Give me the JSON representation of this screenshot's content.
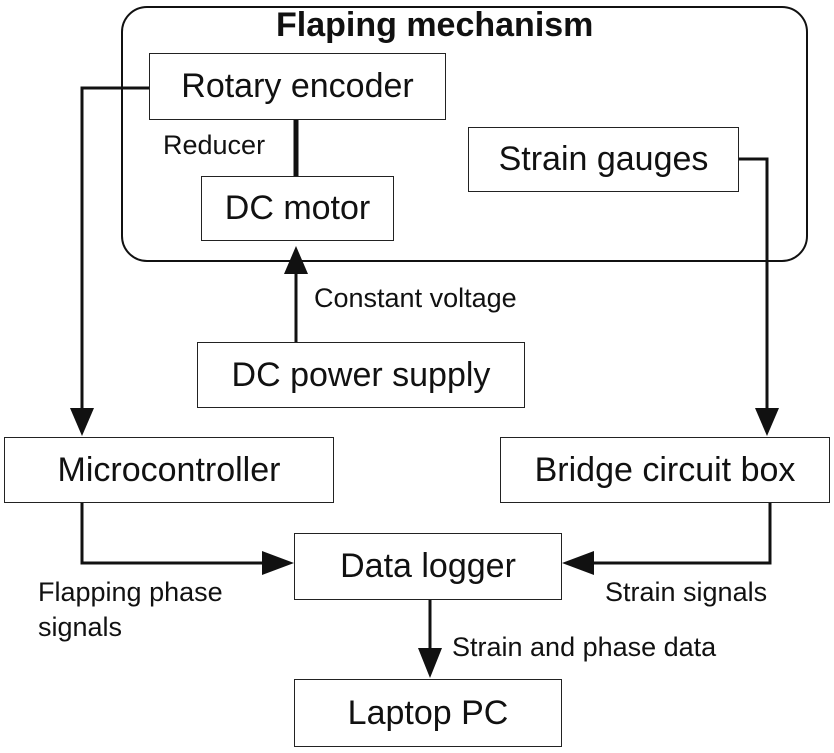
{
  "diagram": {
    "group_title": "Flaping mechanism",
    "nodes": {
      "rotary_encoder": "Rotary encoder",
      "dc_motor": "DC motor",
      "strain_gauges": "Strain gauges",
      "dc_power_supply": "DC power supply",
      "microcontroller": "Microcontroller",
      "bridge_circuit_box": "Bridge circuit box",
      "data_logger": "Data logger",
      "laptop_pc": "Laptop PC"
    },
    "edge_labels": {
      "reducer": "Reducer",
      "constant_voltage": "Constant voltage",
      "flapping_phase_signals_line1": "Flapping phase",
      "flapping_phase_signals_line2": "signals",
      "strain_signals": "Strain signals",
      "strain_and_phase_data": "Strain and phase data"
    }
  }
}
